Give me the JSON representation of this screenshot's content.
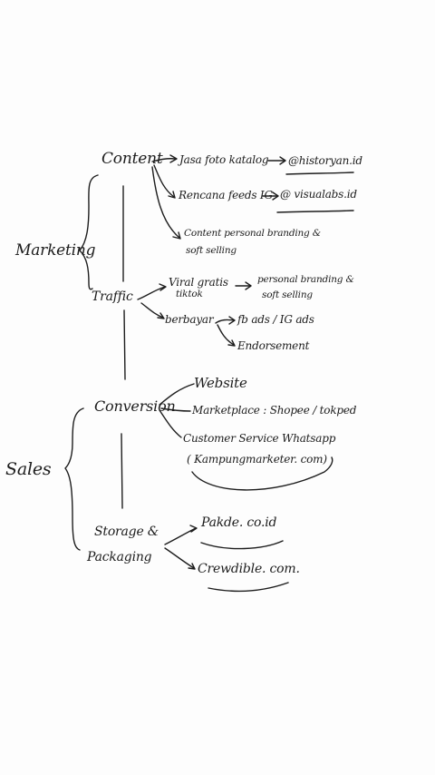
{
  "diagram": {
    "groups": {
      "marketing": "Marketing",
      "sales": "Sales"
    },
    "stages": {
      "content": "Content",
      "traffic": "Traffic",
      "conversion": "Conversion",
      "storage": "Storage &",
      "packaging": "Packaging"
    },
    "content_items": {
      "jasa": "Jasa foto katalog",
      "jasa_target": "@historyan.id",
      "rencana": "Rencana feeds IG",
      "rencana_target": "@ visualabs.id",
      "personal_line1": "Content personal branding &",
      "personal_line2": "soft selling"
    },
    "traffic_items": {
      "viral_line1": "Viral gratis",
      "viral_line2": "tiktok",
      "viral_target_line1": "personal branding &",
      "viral_target_line2": "soft selling",
      "berbayar": "berbayar",
      "ads": "fb ads / IG ads",
      "endorse": "Endorsement"
    },
    "conversion_items": {
      "website": "Website",
      "marketplace": "Marketplace : Shopee / tokped",
      "cs": "Customer Service Whatsapp",
      "cs_ref": "( Kampungmarketer. com)"
    },
    "storage_items": {
      "pakde": "Pakde. co.id",
      "crewdible": "Crewdible. com."
    }
  }
}
